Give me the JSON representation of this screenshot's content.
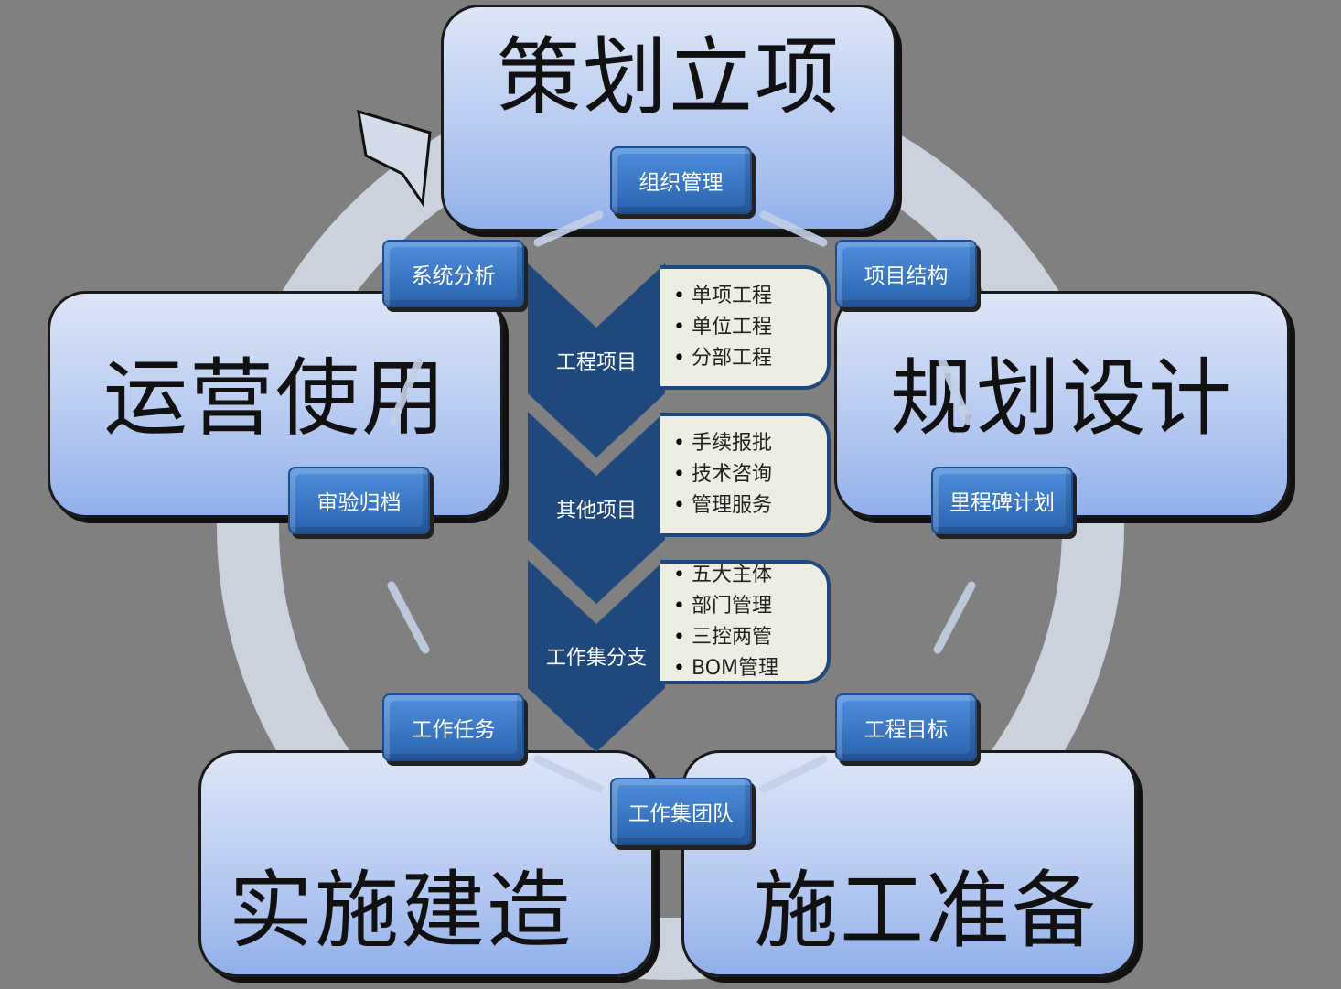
{
  "phases": {
    "top": "策划立项",
    "left": "运营使用",
    "right": "规划设计",
    "bottom_left": "实施建造",
    "bottom_right": "施工准备"
  },
  "nodes": {
    "org": "组织管理",
    "sys": "系统分析",
    "struct": "项目结构",
    "audit": "审验归档",
    "milestone": "里程碑计划",
    "task": "工作任务",
    "goal": "工程目标",
    "team": "工作集团队"
  },
  "chevrons": [
    {
      "label": "工程项目",
      "items": [
        "单项工程",
        "单位工程",
        "分部工程"
      ]
    },
    {
      "label": "其他项目",
      "items": [
        "手续报批",
        "技术咨询",
        "管理服务"
      ]
    },
    {
      "label": "工作集分支",
      "items": [
        "五大主体",
        "部门管理",
        "三控两管",
        "BOM管理"
      ]
    }
  ],
  "colors": {
    "background": "#808080",
    "chevron": "#1f497d",
    "node": "#3a78c8",
    "phase": "#a9c0ee"
  }
}
